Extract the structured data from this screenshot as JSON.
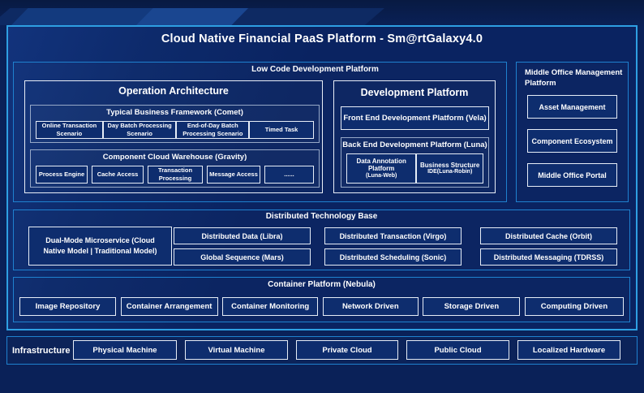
{
  "title": "Cloud Native Financial PaaS Platform - Sm@rtGalaxy4.0",
  "colors": {
    "background_navy": "#0a2158",
    "panel_navy": "#0a2361",
    "accent_cyan_border": "#2e9fe2",
    "section_border_blue": "#1f81cf",
    "box_border_white": "#e9eef7",
    "text": "#ffffff"
  },
  "low_code": {
    "label": "Low Code Development Platform",
    "operation_architecture": {
      "title": "Operation Architecture",
      "typical_business": {
        "label": "Typical Business Framework (Comet)",
        "items": [
          "Online Transaction Scenario",
          "Day Batch Processing Scenario",
          "End-of-Day Batch Processing Scenario",
          "Timed Task"
        ]
      },
      "component_cloud": {
        "label": "Component Cloud Warehouse (Gravity)",
        "items": [
          "Process Engine",
          "Cache Access",
          "Transaction Processing",
          "Message Access",
          "......"
        ]
      }
    },
    "development_platform": {
      "title": "Development Platform",
      "front_end": "Front End Development Platform (Vela)",
      "back_end": {
        "label": "Back End Development Platform (Luna)",
        "items": [
          {
            "name": "Data Annotation Platform",
            "code": "(Luna-Web)"
          },
          {
            "name": "Business Structure",
            "code": "IDE(Luna-Robin)"
          }
        ]
      }
    }
  },
  "middle_office": {
    "label": "Middle Office Management Platform",
    "items": [
      "Asset Management",
      "Component Ecosystem",
      "Middle Office Portal"
    ]
  },
  "distributed": {
    "label": "Distributed Technology Base",
    "dual_mode": {
      "line1": "Dual-Mode Microservice",
      "line2": "(Cloud Native Model | Traditional Model)"
    },
    "nodes": [
      "Distributed Data (Libra)",
      "Global Sequence (Mars)",
      "Distributed Transaction (Virgo)",
      "Distributed Scheduling (Sonic)",
      "Distributed Cache (Orbit)",
      "Distributed Messaging (TDRSS)"
    ]
  },
  "container_platform": {
    "label": "Container Platform (Nebula)",
    "items": [
      "Image Repository",
      "Container Arrangement",
      "Container Monitoring",
      "Network Driven",
      "Storage Driven",
      "Computing Driven"
    ]
  },
  "infrastructure": {
    "label": "Infrastructure",
    "items": [
      "Physical Machine",
      "Virtual Machine",
      "Private Cloud",
      "Public Cloud",
      "Localized Hardware"
    ]
  }
}
